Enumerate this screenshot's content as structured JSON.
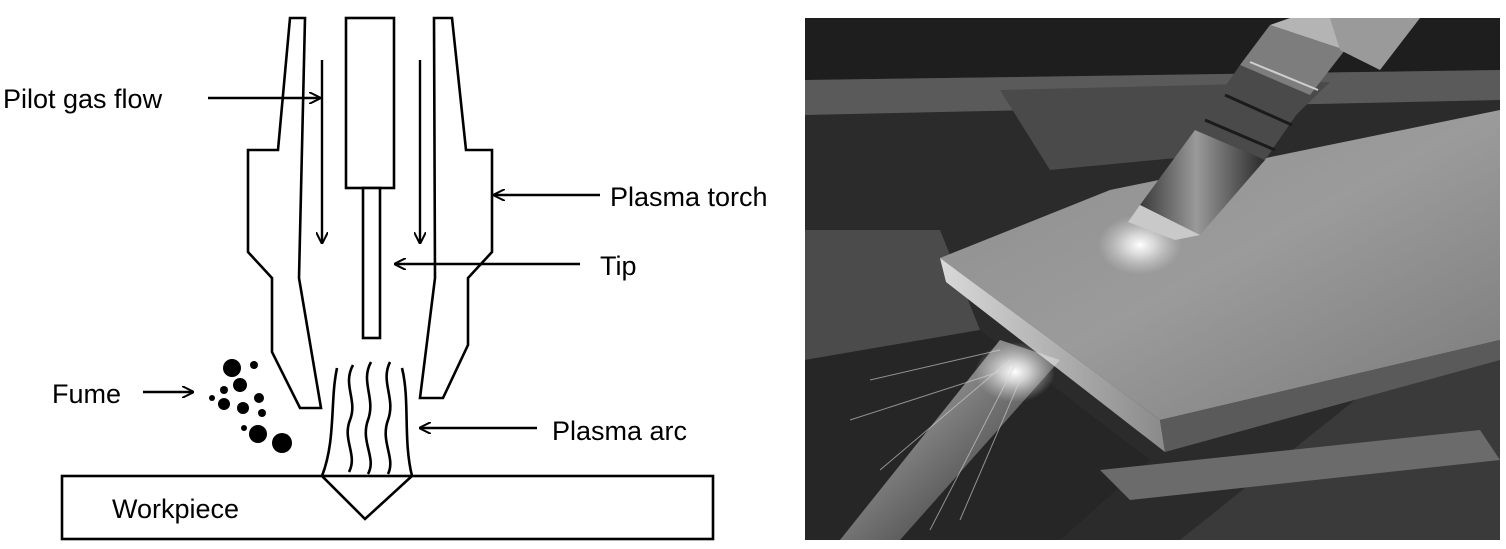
{
  "diagram": {
    "labels": {
      "pilot_gas_flow": "Pilot gas flow",
      "plasma_torch": "Plasma torch",
      "tip": "Tip",
      "fume": "Fume",
      "plasma_arc": "Plasma arc",
      "workpiece": "Workpiece"
    }
  },
  "photo": {
    "tone": "grayscale"
  }
}
